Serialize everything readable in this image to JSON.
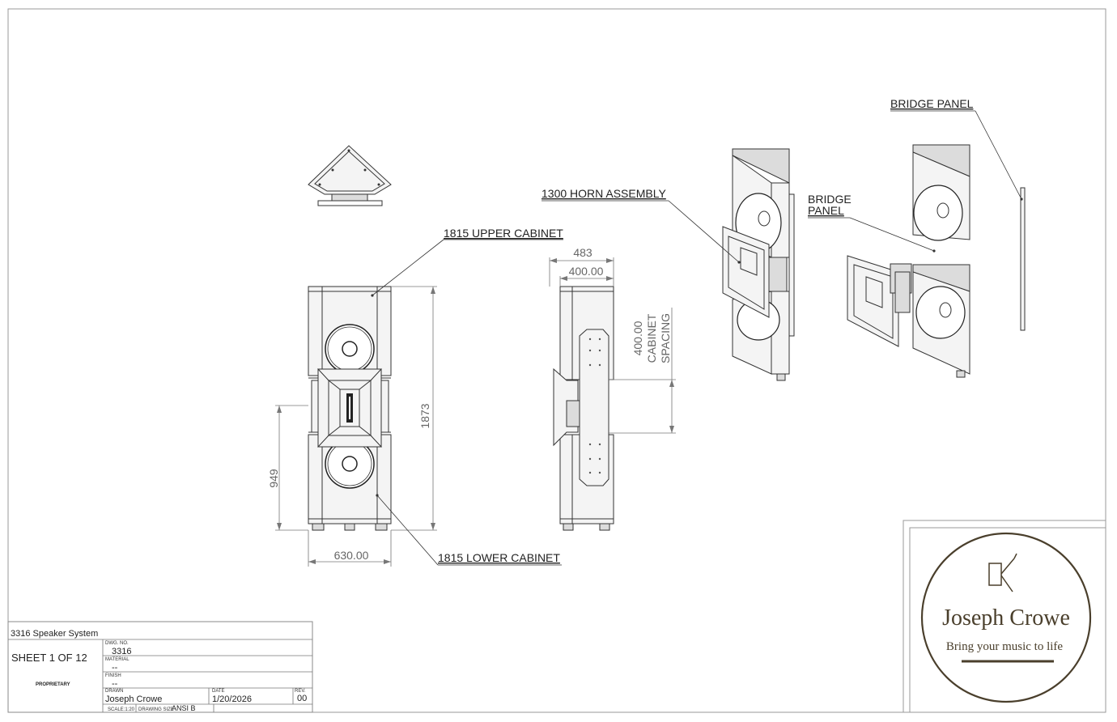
{
  "drawing": {
    "callouts": {
      "upper_cabinet": "1815 UPPER CABINET",
      "lower_cabinet": "1815 LOWER CABINET",
      "horn_assembly": "1300 HORN ASSEMBLY",
      "bridge_panel_top": "BRIDGE PANEL",
      "bridge_panel_mid_1": "BRIDGE",
      "bridge_panel_mid_2": "PANEL"
    },
    "dimensions": {
      "overall_height": "1873",
      "lower_height": "949",
      "width": "630.00",
      "depth_outer": "483",
      "depth_inner": "400.00",
      "spacing_value": "400.00",
      "spacing_line_1": "CABINET",
      "spacing_line_2": "SPACING"
    }
  },
  "title_block": {
    "title": "3316 Speaker System",
    "sheet": "SHEET 1 OF 12",
    "proprietary": "PROPRIETARY",
    "dwg_no_label": "DWG. NO.",
    "dwg_no": "3316",
    "material_label": "MATERIAL",
    "material": "--",
    "finish_label": "FINISH",
    "finish": "--",
    "drawn_label": "DRAWN",
    "drawn": "Joseph Crowe",
    "date_label": "DATE",
    "date": "1/20/2026",
    "rev_label": "REV.",
    "rev": "00",
    "scale": "SCALE:1:20",
    "size_label": "DRAWING SIZE",
    "size": "ANSI B"
  },
  "logo": {
    "name": "Joseph Crowe",
    "tagline": "Bring your music to life",
    "colors": {
      "ink": "#4a3f2c"
    }
  }
}
